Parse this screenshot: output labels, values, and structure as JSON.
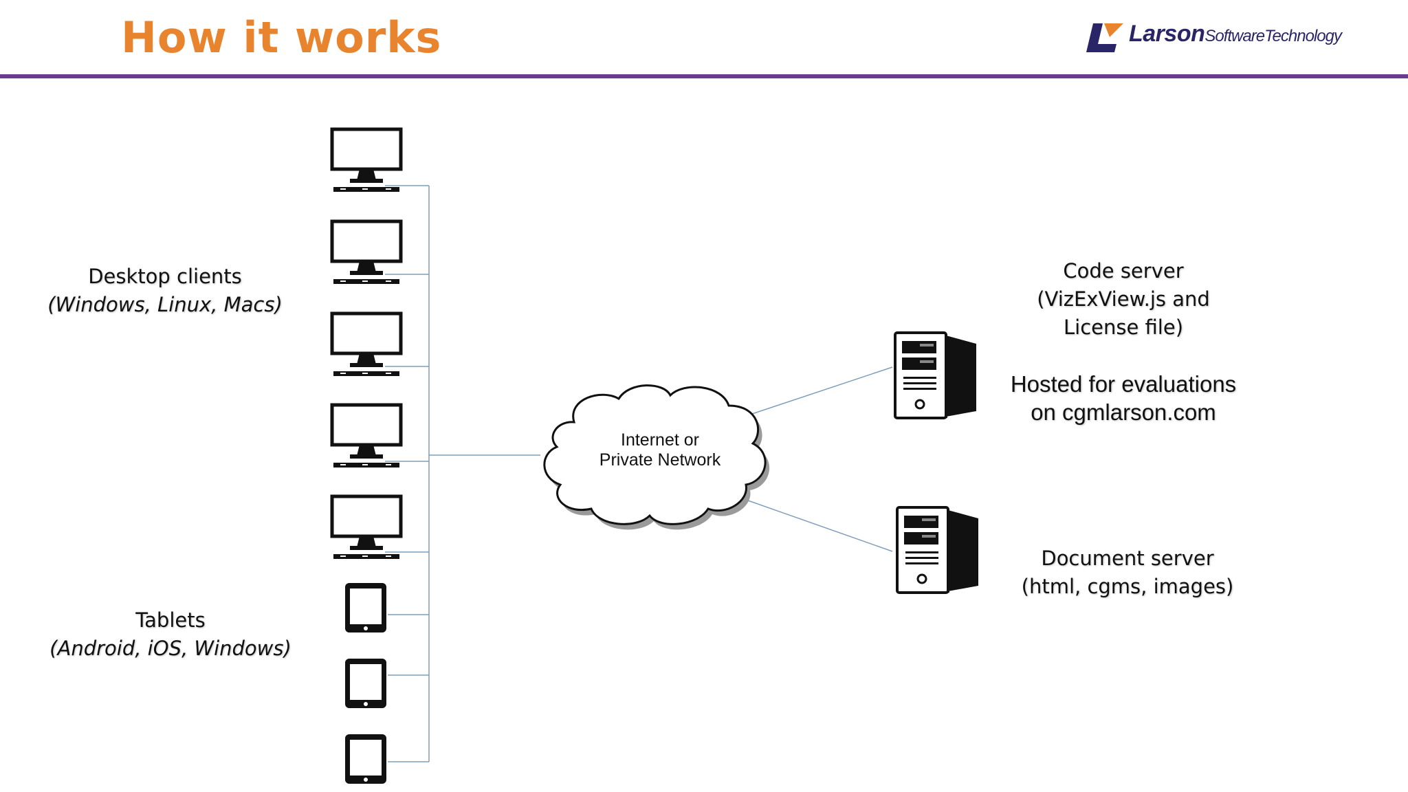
{
  "slide": {
    "title": "How it works",
    "accent_color": "#E8842E",
    "rule_color": "#6B3A8C"
  },
  "logo": {
    "brand": "Larson",
    "suffix": "SoftwareTechnology",
    "color": "#2A2566",
    "icon": "larson-l-mark-icon"
  },
  "diagram": {
    "desktop_clients": {
      "title": "Desktop clients",
      "subtitle": "(Windows, Linux, Macs)",
      "count": 5,
      "icon": "desktop-monitor-icon"
    },
    "tablets": {
      "title": "Tablets",
      "subtitle": "(Android, iOS, Windows)",
      "count": 3,
      "icon": "tablet-icon"
    },
    "network": {
      "line1": "Internet or",
      "line2": "Private Network",
      "icon": "cloud-icon"
    },
    "code_server": {
      "line1": "Code server",
      "line2": "(VizExView.js and",
      "line3": "License file)",
      "hosted_line1": "Hosted for evaluations",
      "hosted_line2": "on cgmlarson.com",
      "icon": "server-tower-icon"
    },
    "document_server": {
      "line1": "Document server",
      "line2": "(html, cgms, images)",
      "icon": "server-tower-icon"
    },
    "connector_color": "#7F9DB9"
  }
}
